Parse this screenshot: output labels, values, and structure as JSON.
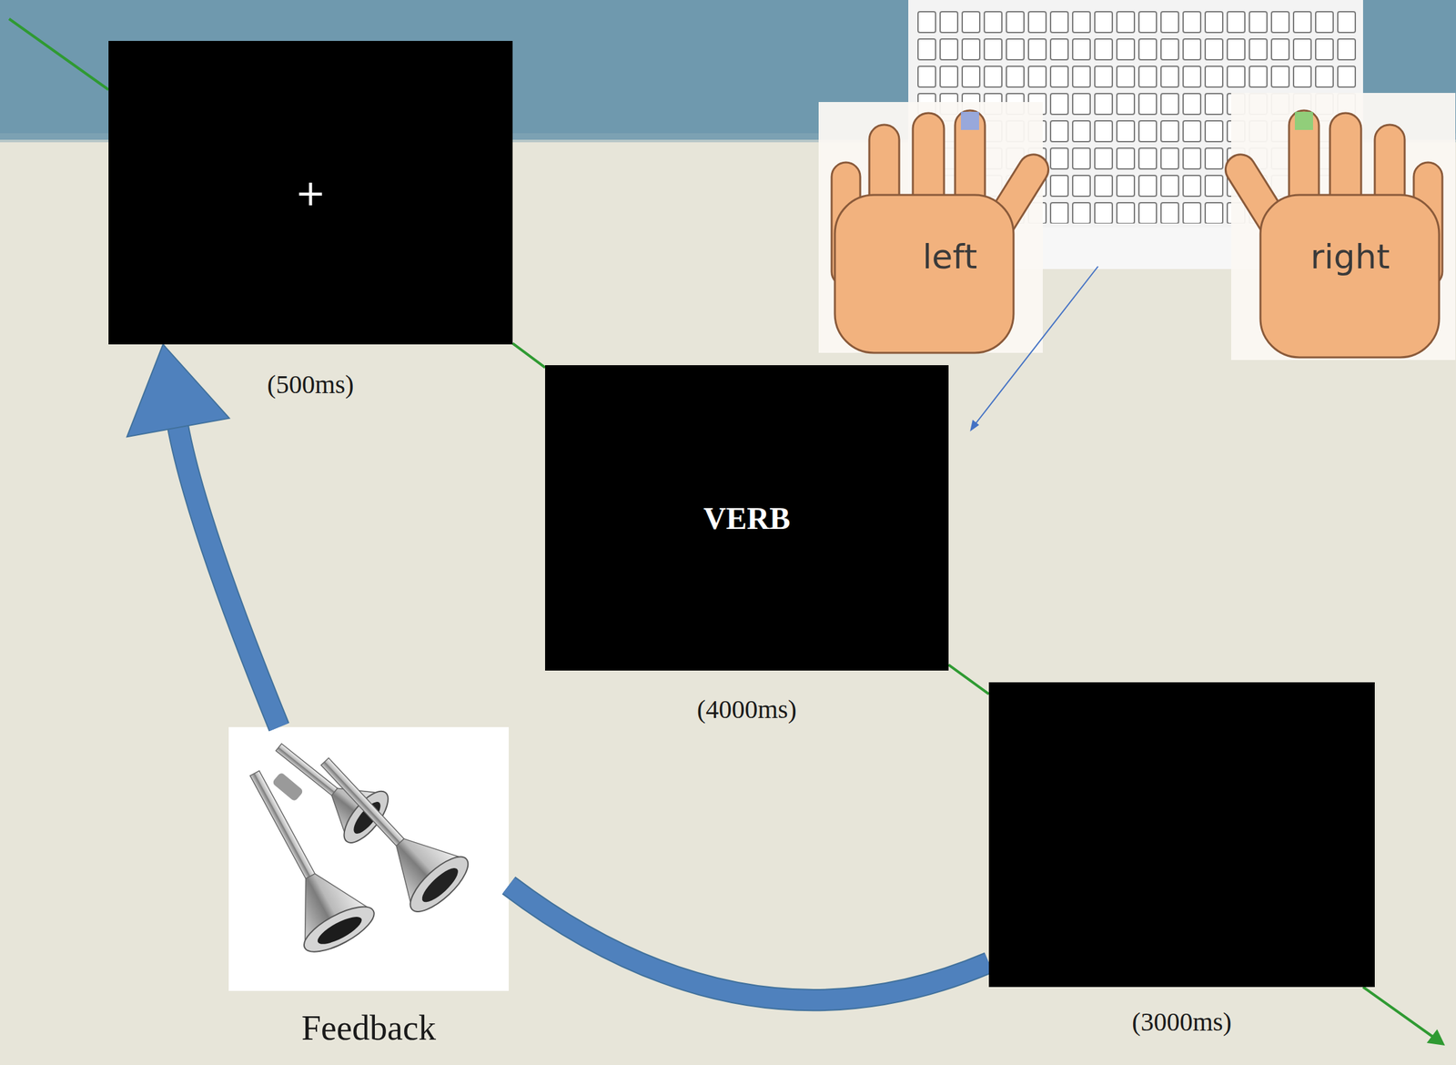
{
  "diagram": {
    "nodes": [
      {
        "text": [
          "+",
          "(500ms)"
        ]
      },
      {
        "text": [
          "VERB",
          "(4000ms)"
        ]
      },
      {
        "text": [
          "(3000ms)"
        ]
      },
      {
        "text": [
          "Feedback"
        ]
      }
    ],
    "edges": [
      {
        "from": 0,
        "to": 1,
        "arrow": "none"
      },
      {
        "from": 1,
        "to": 2,
        "arrow": "none"
      },
      {
        "from": 2,
        "to": 3,
        "arrow": "none"
      },
      {
        "from": 3,
        "to": 0,
        "arrow": "to"
      }
    ],
    "labels": [
      "left",
      "right"
    ]
  }
}
